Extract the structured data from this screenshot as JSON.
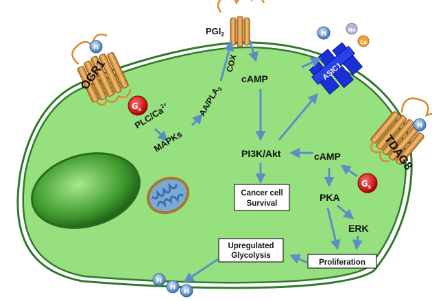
{
  "colors": {
    "cell_fill": "#97e07f",
    "membrane": "#2f7a2a",
    "arrow": "#5b8fc4",
    "receptor": "#d98a2a",
    "receptor_dark": "#8a5312",
    "asic": "#1a2fd6",
    "gs": "#d61818",
    "proton": "#6a9bd3"
  },
  "labels": {
    "ogr1": "OGR1",
    "tdag8": "TDAG8",
    "asic1": "ASIC1",
    "gs": "G",
    "gs_sub": "s",
    "plc": "PLC/Ca",
    "plc_sup": "2+",
    "mapks": "MAPKs",
    "aa_pla": "AA/PLA",
    "aa_sub": "2",
    "cox": "COX",
    "pgi": "PGI",
    "pgi_sub": "2",
    "camp_top": "cAMP",
    "camp_right": "cAMP",
    "pi3k": "PI3K/Akt",
    "pka": "PKA",
    "erk": "ERK",
    "proton": "H",
    "proton_sup": "+",
    "ion_blue": "Na",
    "ion_blue_sup": "+",
    "ion_orange": "Ca"
  },
  "boxes": {
    "cancer": [
      "Cancer cell",
      "Survival"
    ],
    "glycolysis": [
      "Upregulated",
      "Glycolysis"
    ],
    "proliferation": "Proliferation"
  }
}
